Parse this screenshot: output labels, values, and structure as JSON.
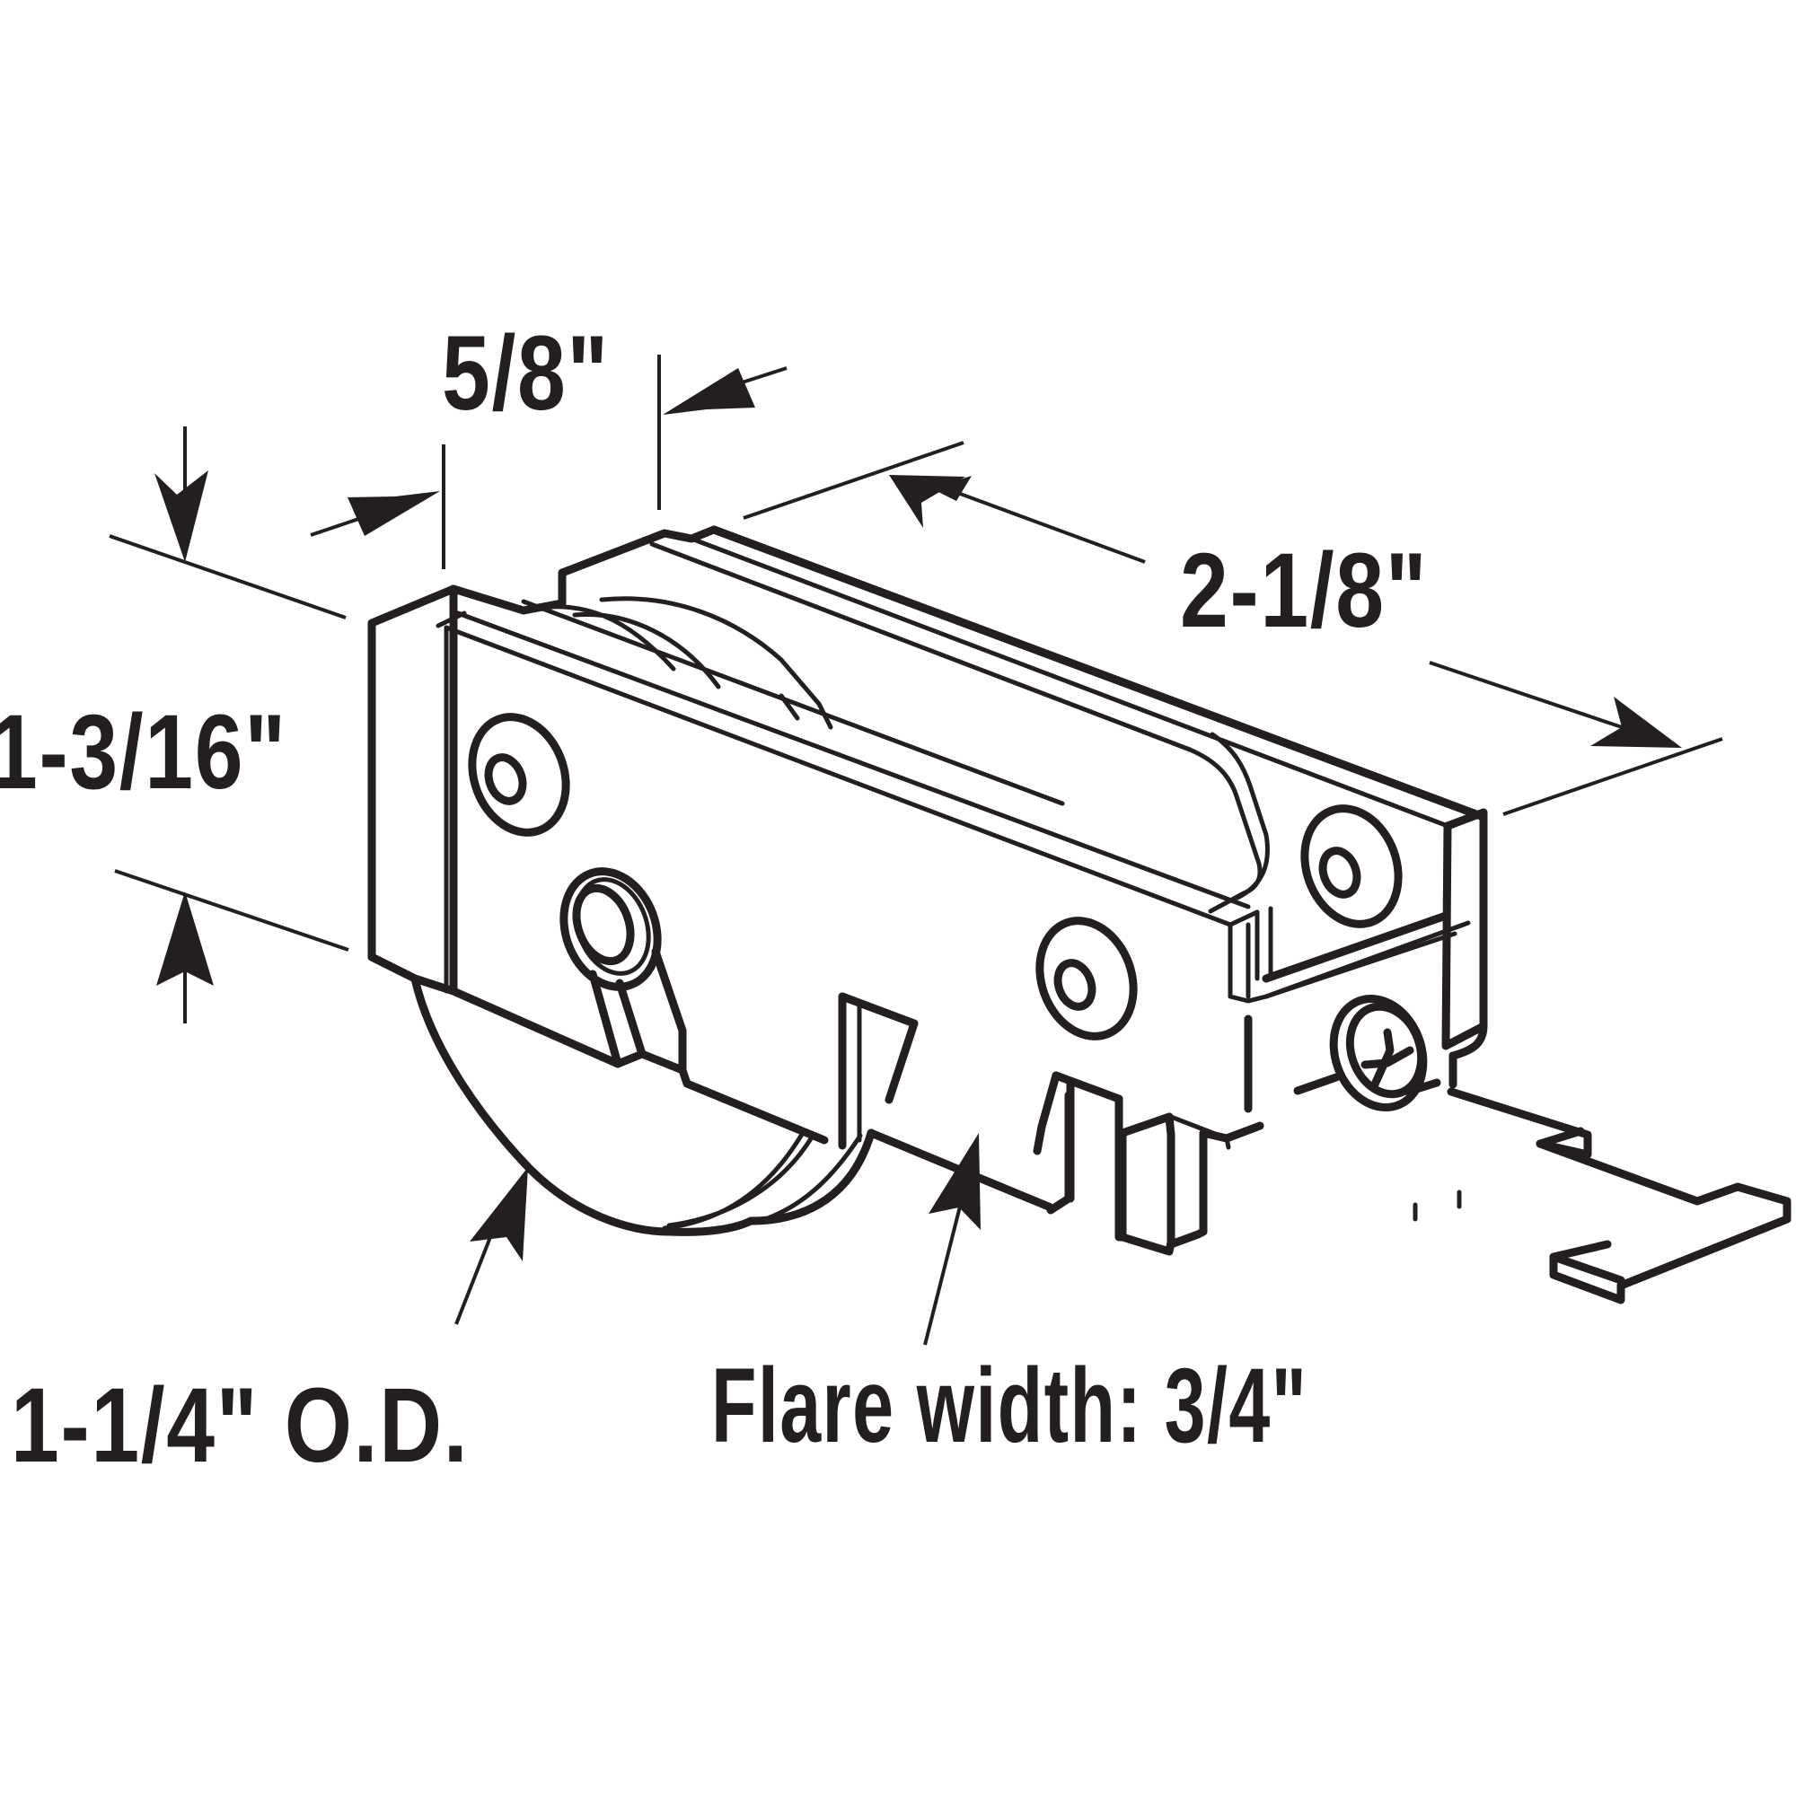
{
  "diagram": {
    "subject": "Sliding door roller assembly",
    "colors": {
      "ink": "#231f20",
      "background": "#ffffff"
    },
    "dimensions": {
      "height": "1-3/16\"",
      "thickness": "5/8\"",
      "length": "2-1/8\"",
      "wheel_diameter": "1-1/4\" O.D.",
      "flare_width": "Flare width: 3/4\""
    },
    "parts": [
      "housing",
      "wheel",
      "adjustment-screw",
      "mounting-tab",
      "rivet-holes"
    ]
  }
}
